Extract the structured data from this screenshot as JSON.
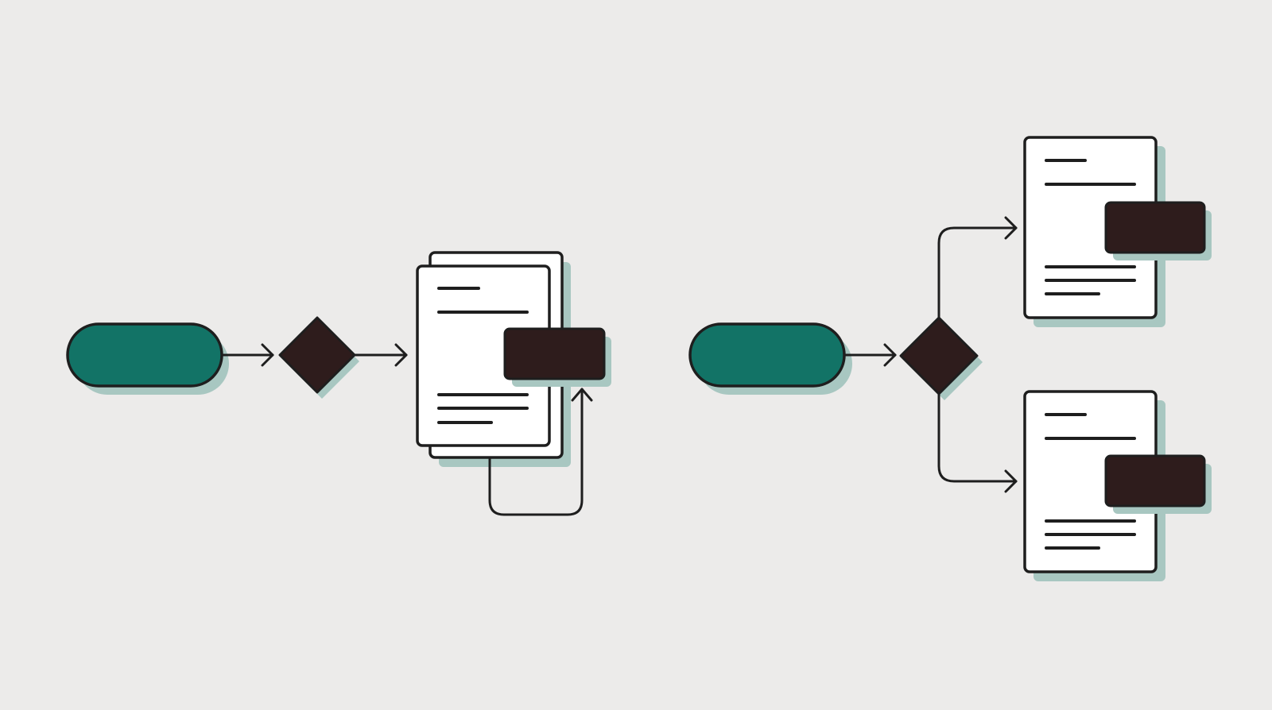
{
  "diagram": {
    "background": "#ECEBEA",
    "colors": {
      "terminal_fill": "#127366",
      "decision_fill": "#2E1C1C",
      "document_fill": "#FFFFFF",
      "overlay_fill": "#2E1C1C",
      "stroke": "#1E1E1E",
      "shadow": "#A8C7C1"
    },
    "flows": [
      {
        "id": "single-document-loop",
        "nodes": [
          "terminal",
          "decision",
          "document-stack",
          "overlay-block"
        ],
        "edges": [
          {
            "from": "terminal",
            "to": "decision",
            "style": "arrow"
          },
          {
            "from": "decision",
            "to": "document-stack",
            "style": "arrow"
          },
          {
            "from": "document-stack",
            "to": "overlay-block",
            "style": "loop-back-arrow"
          }
        ]
      },
      {
        "id": "branching-documents",
        "nodes": [
          "terminal",
          "decision",
          "document-upper",
          "document-lower"
        ],
        "edges": [
          {
            "from": "terminal",
            "to": "decision",
            "style": "arrow"
          },
          {
            "from": "decision",
            "to": "document-upper",
            "style": "elbow-arrow"
          },
          {
            "from": "decision",
            "to": "document-lower",
            "style": "elbow-arrow"
          }
        ]
      }
    ]
  }
}
